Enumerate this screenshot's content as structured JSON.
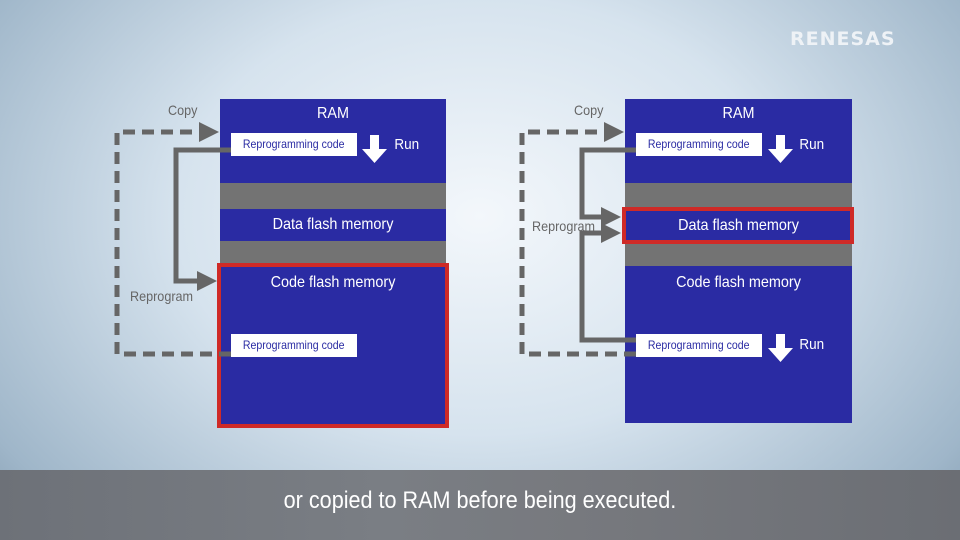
{
  "brand": {
    "logo_text": "RENESAS"
  },
  "colors": {
    "memory_block": "#2a2ba3",
    "separator": "#737373",
    "highlight": "#cf2a27",
    "arrow": "#666666"
  },
  "diagrams": [
    {
      "copy_label": "Copy",
      "reprogram_label": "Reprogram",
      "ram_label": "RAM",
      "ram_code_label": "Reprogramming code",
      "ram_run_label": "Run",
      "data_flash_label": "Data flash memory",
      "code_flash_label": "Code flash memory",
      "flash_code_label": "Reprogramming code",
      "highlighted": "Code flash memory"
    },
    {
      "copy_label": "Copy",
      "reprogram_label": "Reprogram",
      "ram_label": "RAM",
      "ram_code_label": "Reprogramming code",
      "ram_run_label": "Run",
      "data_flash_label": "Data flash memory",
      "code_flash_label": "Code flash memory",
      "flash_code_label": "Reprogramming code",
      "flash_run_label": "Run",
      "highlighted": "Data flash memory"
    }
  ],
  "caption": {
    "text": "or copied to RAM before being executed."
  }
}
